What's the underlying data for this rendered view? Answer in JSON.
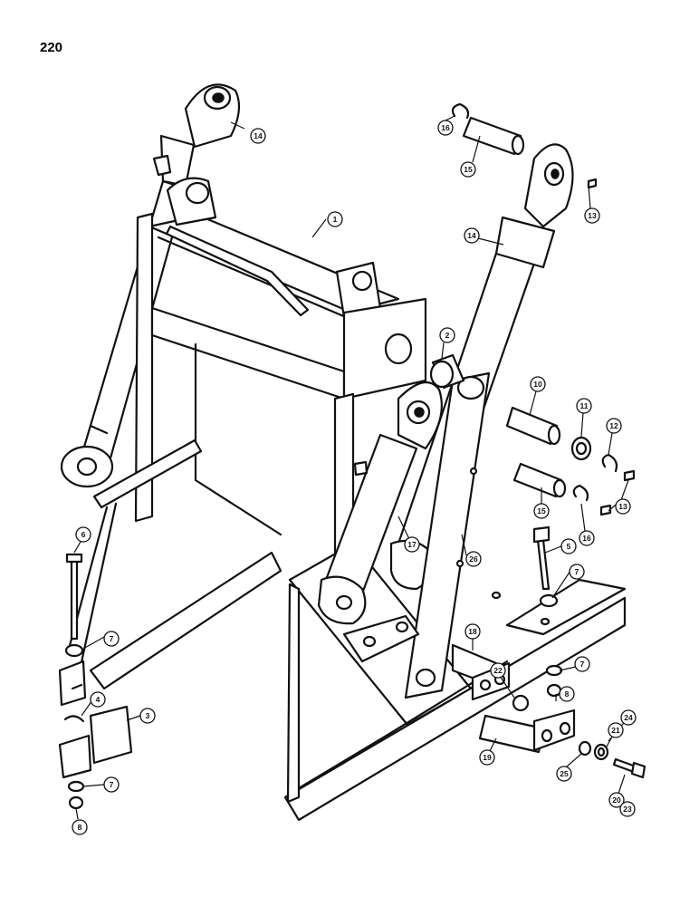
{
  "page": {
    "number": "220"
  },
  "callouts": [
    {
      "id": "c1",
      "label": "1"
    },
    {
      "id": "c2",
      "label": "2"
    },
    {
      "id": "c3",
      "label": "3"
    },
    {
      "id": "c4",
      "label": "4"
    },
    {
      "id": "c5",
      "label": "5"
    },
    {
      "id": "c6",
      "label": "6"
    },
    {
      "id": "c7a",
      "label": "7"
    },
    {
      "id": "c7b",
      "label": "7"
    },
    {
      "id": "c7c",
      "label": "7"
    },
    {
      "id": "c7d",
      "label": "7"
    },
    {
      "id": "c8a",
      "label": "8"
    },
    {
      "id": "c8b",
      "label": "8"
    },
    {
      "id": "c10",
      "label": "10"
    },
    {
      "id": "c11",
      "label": "11"
    },
    {
      "id": "c12",
      "label": "12"
    },
    {
      "id": "c13a",
      "label": "13"
    },
    {
      "id": "c13b",
      "label": "13"
    },
    {
      "id": "c14a",
      "label": "14"
    },
    {
      "id": "c14b",
      "label": "14"
    },
    {
      "id": "c15a",
      "label": "15"
    },
    {
      "id": "c15b",
      "label": "15"
    },
    {
      "id": "c16a",
      "label": "16"
    },
    {
      "id": "c16b",
      "label": "16"
    },
    {
      "id": "c17",
      "label": "17"
    },
    {
      "id": "c18",
      "label": "18"
    },
    {
      "id": "c19",
      "label": "19"
    },
    {
      "id": "c20",
      "label": "20"
    },
    {
      "id": "c21",
      "label": "21"
    },
    {
      "id": "c22",
      "label": "22"
    },
    {
      "id": "c23",
      "label": "23"
    },
    {
      "id": "c24",
      "label": "24"
    },
    {
      "id": "c25",
      "label": "25"
    },
    {
      "id": "c26",
      "label": "26"
    }
  ]
}
